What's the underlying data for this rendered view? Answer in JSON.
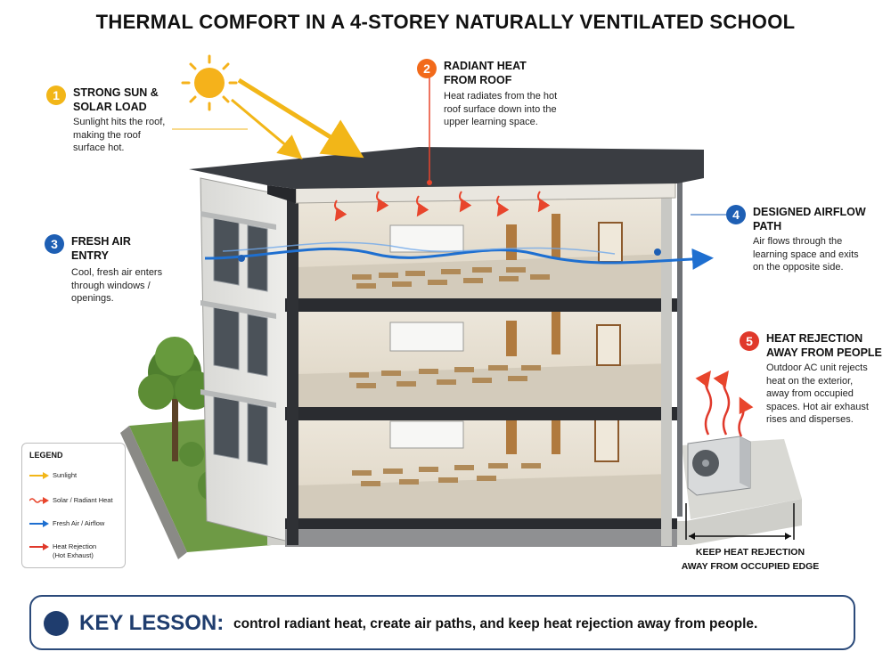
{
  "title": "THERMAL COMFORT IN A 4-STOREY NATURALLY VENTILATED SCHOOL",
  "callouts": [
    {
      "num": "1",
      "head": "STRONG SUN &\nSOLAR LOAD",
      "body": "Sunlight hits the roof,\nmaking the roof\nsurface hot.",
      "color": "#f2b618"
    },
    {
      "num": "2",
      "head": "RADIANT HEAT\nFROM ROOF",
      "body": "Heat radiates from the hot\nroof surface down into the\nupper learning space.",
      "color": "#f26a1b"
    },
    {
      "num": "3",
      "head": "FRESH AIR\nENTRY",
      "body": "Cool, fresh air enters\nthrough windows /\nopenings.",
      "color": "#1e5fb4"
    },
    {
      "num": "4",
      "head": "DESIGNED AIRFLOW\nPATH",
      "body": "Air flows through the\nlearning space and exits\non the opposite side.",
      "color": "#1e5fb4"
    },
    {
      "num": "5",
      "head": "HEAT REJECTION\nAWAY FROM PEOPLE",
      "body": "Outdoor AC unit rejects\nheat on the exterior,\naway from occupied\nspaces. Hot air exhaust\nrises and disperses.",
      "color": "#e0392b"
    }
  ],
  "legend": {
    "title": "LEGEND",
    "items": [
      {
        "label": "Sunlight",
        "color": "#f2b618",
        "icon": "arrow-icon"
      },
      {
        "label": "Solar / Radiant Heat",
        "color": "#e8452c",
        "icon": "wavy-arrow-icon"
      },
      {
        "label": "Fresh Air / Airflow",
        "color": "#1e6fd0",
        "icon": "arrow-icon"
      },
      {
        "label": "Heat Rejection\n(Hot Exhaust)",
        "color": "#e0392b",
        "icon": "arrow-icon"
      }
    ]
  },
  "edge_label": "KEEP HEAT REJECTION\nAWAY FROM OCCUPIED EDGE",
  "lesson": {
    "title": "KEY LESSON:",
    "text": "control radiant heat, create air paths, and keep heat rejection away from people."
  },
  "colors": {
    "sun": "#f5b21b",
    "radiant": "#e8452c",
    "airflow": "#1e6fd0",
    "navy": "#1f3d6e",
    "roof": "#3a3d42"
  }
}
